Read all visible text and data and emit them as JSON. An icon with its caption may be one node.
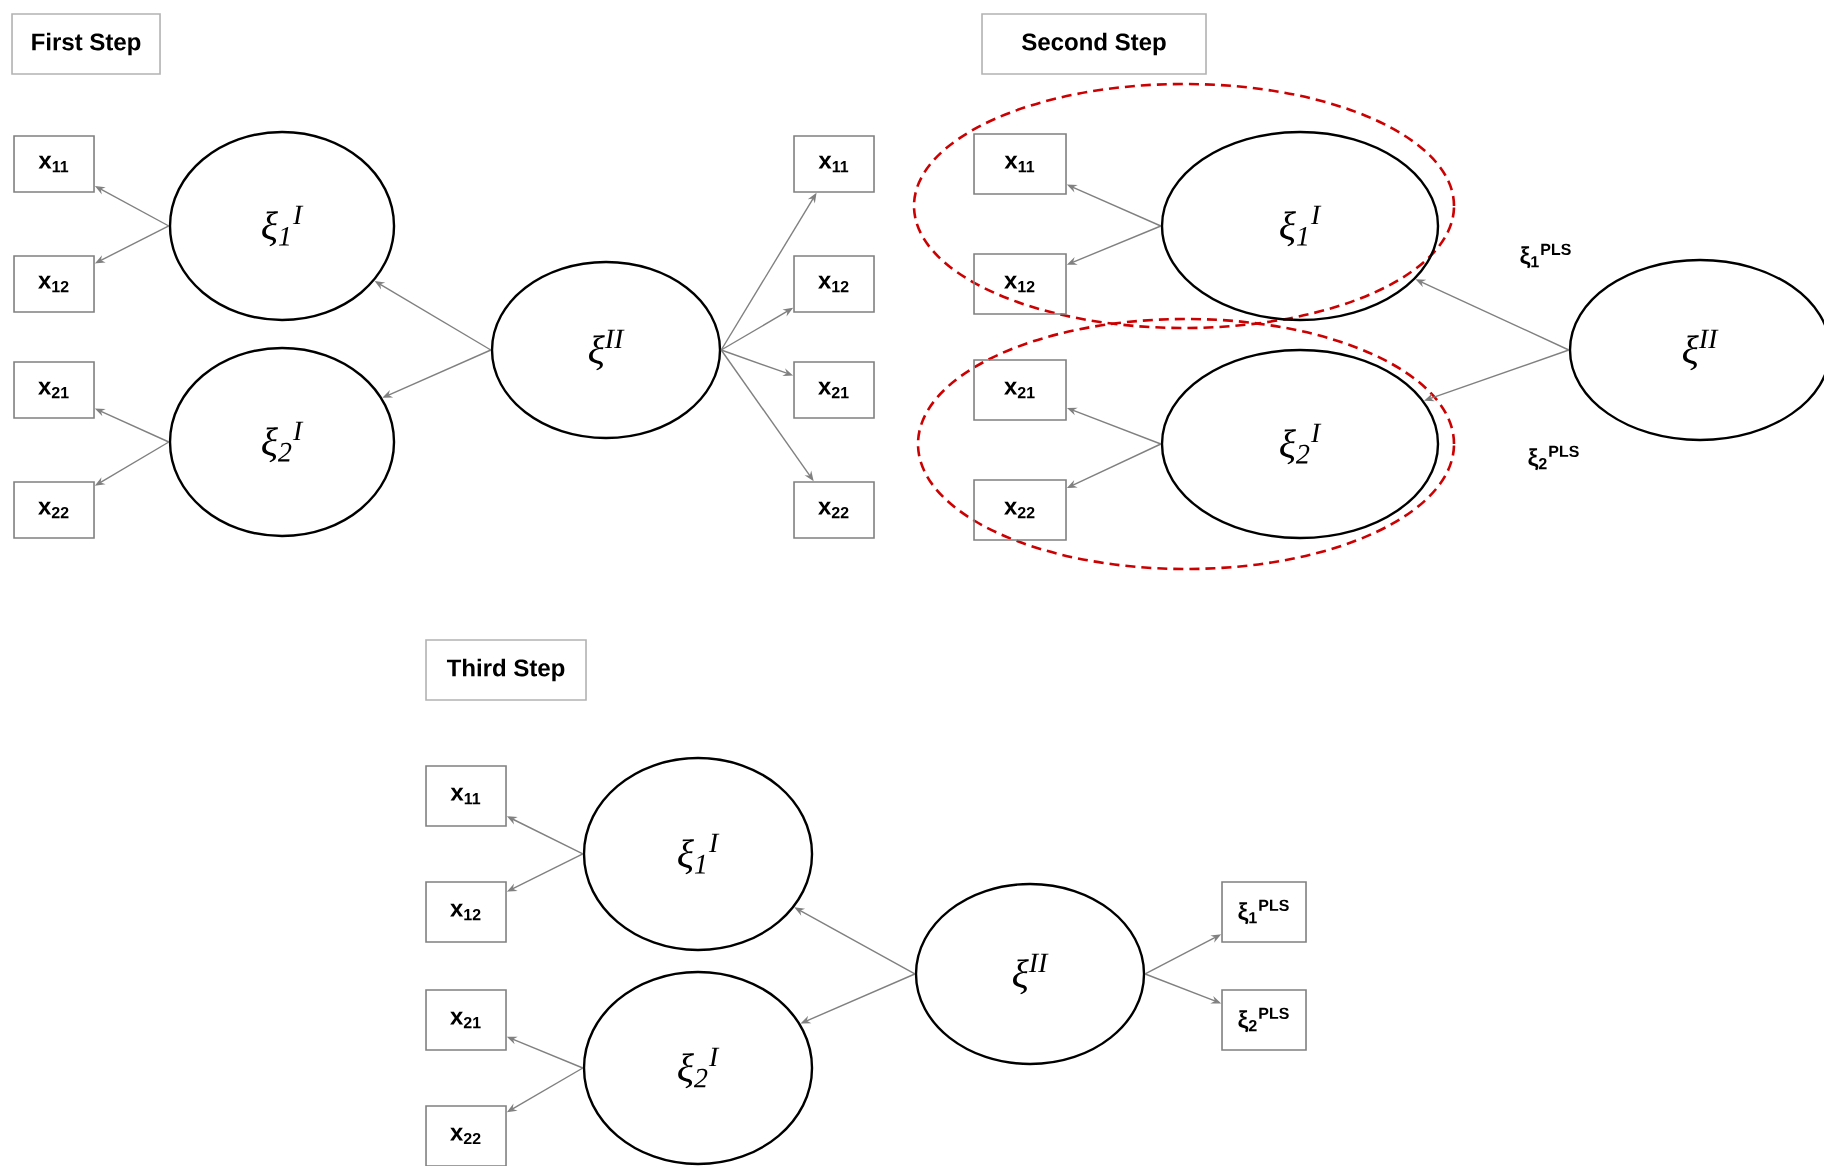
{
  "diagram": {
    "nodes": [
      {
        "text": [
          "First Step"
        ]
      },
      {
        "text": [
          "x$_{11}$"
        ]
      },
      {
        "text": [
          "x$_{12}$"
        ]
      },
      {
        "text": [
          "x$_{21}$"
        ]
      },
      {
        "text": [
          "x$_{22}$"
        ]
      },
      {
        "text": [
          "ξ$_{1}$$^{I}$"
        ]
      },
      {
        "text": [
          "ξ$_{2}$$^{I}$"
        ]
      },
      {
        "text": [
          "ξ$^{II}$"
        ]
      },
      {
        "text": [
          "x$_{11}$"
        ]
      },
      {
        "text": [
          "x$_{12}$"
        ]
      },
      {
        "text": [
          "x$_{21}$"
        ]
      },
      {
        "text": [
          "x$_{22}$"
        ]
      },
      {
        "text": [
          "Second Step"
        ]
      },
      {
        "text": [],
        "shape": "ellipse"
      },
      {
        "text": [],
        "shape": "ellipse"
      },
      {
        "text": [
          "x$_{11}$"
        ],
        "in": 13
      },
      {
        "text": [
          "x$_{12}$"
        ],
        "in": 13
      },
      {
        "text": [
          "ξ$_{1}$$^{I}$"
        ],
        "in": 13
      },
      {
        "text": [
          "x$_{21}$"
        ],
        "in": 14
      },
      {
        "text": [
          "x$_{22}$"
        ],
        "in": 14
      },
      {
        "text": [
          "ξ$_{2}$$^{I}$"
        ],
        "in": 14
      },
      {
        "text": [
          "ξ$^{II}$"
        ]
      },
      {
        "text": [
          "Third Step"
        ]
      },
      {
        "text": [
          "x$_{11}$"
        ]
      },
      {
        "text": [
          "x$_{12}$"
        ]
      },
      {
        "text": [
          "x$_{21}$"
        ]
      },
      {
        "text": [
          "x$_{22}$"
        ]
      },
      {
        "text": [
          "ξ$_{1}$$^{I}$"
        ]
      },
      {
        "text": [
          "ξ$_{2}$$^{I}$"
        ]
      },
      {
        "text": [
          "ξ$^{II}$"
        ]
      },
      {
        "text": [
          "ξ$_{1}$$^{PLS}$"
        ]
      },
      {
        "text": [
          "ξ$_{2}$$^{PLS}$"
        ]
      }
    ],
    "edges": [
      {
        "from": 5,
        "to": 1,
        "arrow": "to"
      },
      {
        "from": 5,
        "to": 2,
        "arrow": "to"
      },
      {
        "from": 6,
        "to": 3,
        "arrow": "to"
      },
      {
        "from": 6,
        "to": 4,
        "arrow": "to"
      },
      {
        "from": 7,
        "to": 5,
        "arrow": "to"
      },
      {
        "from": 7,
        "to": 6,
        "arrow": "to"
      },
      {
        "from": 7,
        "to": 8,
        "arrow": "to"
      },
      {
        "from": 7,
        "to": 9,
        "arrow": "to"
      },
      {
        "from": 7,
        "to": 10,
        "arrow": "to"
      },
      {
        "from": 7,
        "to": 11,
        "arrow": "to"
      },
      {
        "from": 17,
        "to": 15,
        "arrow": "to"
      },
      {
        "from": 17,
        "to": 16,
        "arrow": "to"
      },
      {
        "from": 20,
        "to": 18,
        "arrow": "to"
      },
      {
        "from": 20,
        "to": 19,
        "arrow": "to"
      },
      {
        "from": 21,
        "to": 17,
        "arrow": "to",
        "label": "ξ$_{1}$$^{PLS}$"
      },
      {
        "from": 21,
        "to": 20,
        "arrow": "to",
        "label": "ξ$_{2}$$^{PLS}$"
      },
      {
        "from": 27,
        "to": 23,
        "arrow": "to"
      },
      {
        "from": 27,
        "to": 24,
        "arrow": "to"
      },
      {
        "from": 28,
        "to": 25,
        "arrow": "to"
      },
      {
        "from": 28,
        "to": 26,
        "arrow": "to"
      },
      {
        "from": 29,
        "to": 27,
        "arrow": "to"
      },
      {
        "from": 29,
        "to": 28,
        "arrow": "to"
      },
      {
        "from": 29,
        "to": 30,
        "arrow": "to"
      },
      {
        "from": 29,
        "to": 31,
        "arrow": "to"
      }
    ]
  }
}
